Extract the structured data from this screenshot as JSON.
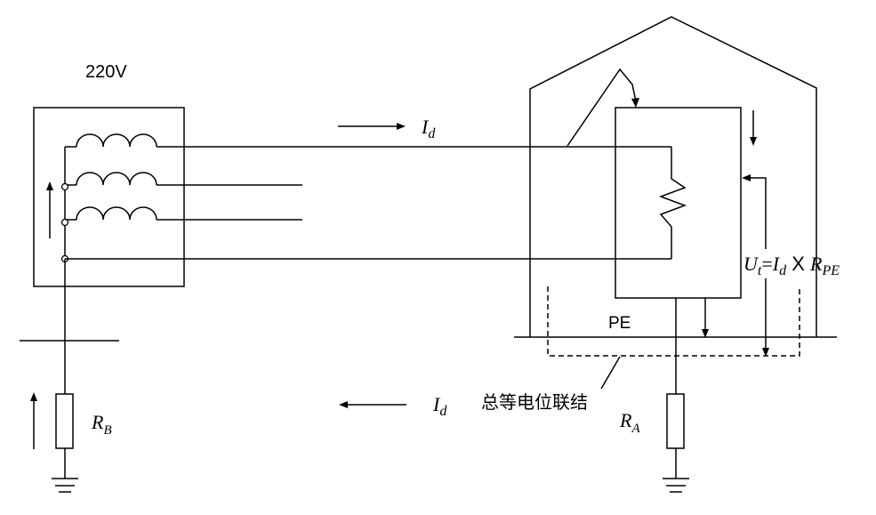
{
  "source": {
    "voltage_label": "220V"
  },
  "current": {
    "symbol": "I",
    "subscript": "d"
  },
  "resistors": {
    "rb": {
      "symbol": "R",
      "subscript": "B"
    },
    "ra": {
      "symbol": "R",
      "subscript": "A"
    }
  },
  "touch_voltage": {
    "u_symbol": "U",
    "u_sub": "t",
    "equals": "=",
    "i_symbol": "I",
    "i_sub": "d",
    "times": " X ",
    "r_symbol": "R",
    "r_sub": "PE"
  },
  "pe_label": "PE",
  "bonding_label": "总等电位联结"
}
